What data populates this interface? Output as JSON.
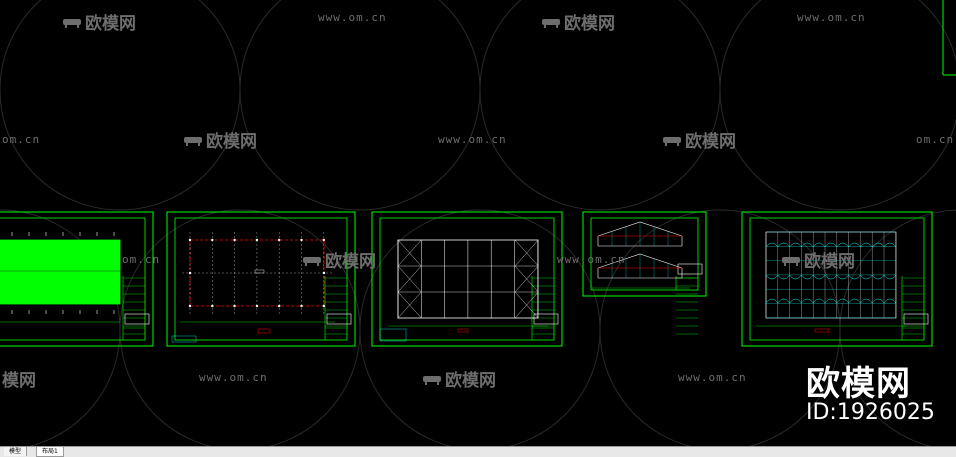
{
  "watermark": {
    "site": "www.om.cn",
    "site_partial": "om.cn",
    "brand": "欧模网",
    "brand_partial": "模网"
  },
  "stamp": {
    "brand": "欧模网",
    "id": "ID:1926025"
  },
  "tabs": {
    "model": "模型",
    "layout1": "布局1"
  },
  "colors": {
    "background": "#000000",
    "frame": "#00ff00",
    "fill": "#00ff00",
    "grid": "#ffffff",
    "accent_red": "#ff0000",
    "accent_cyan": "#00ffff",
    "watermark": "#6d6d6d"
  }
}
